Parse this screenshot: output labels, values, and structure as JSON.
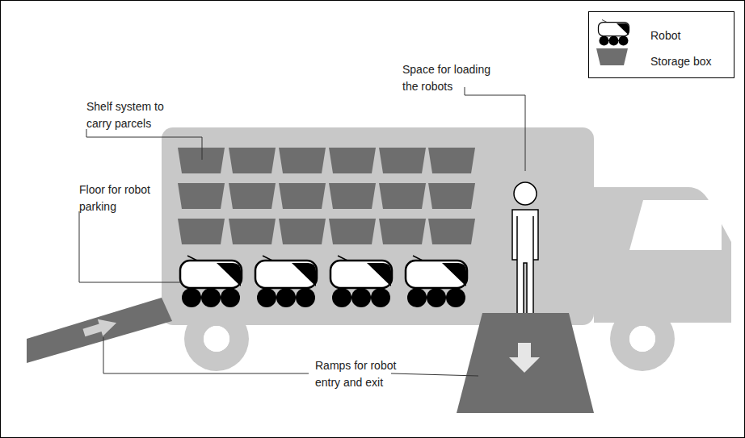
{
  "diagram": {
    "labels": [
      "Shelf system to carry parcels",
      "Floor for robot parking",
      "Space for loading the robots",
      "Ramps for robot entry and exit"
    ],
    "legend": [
      {
        "text": "Robot"
      },
      {
        "text": "Storage box"
      }
    ]
  }
}
